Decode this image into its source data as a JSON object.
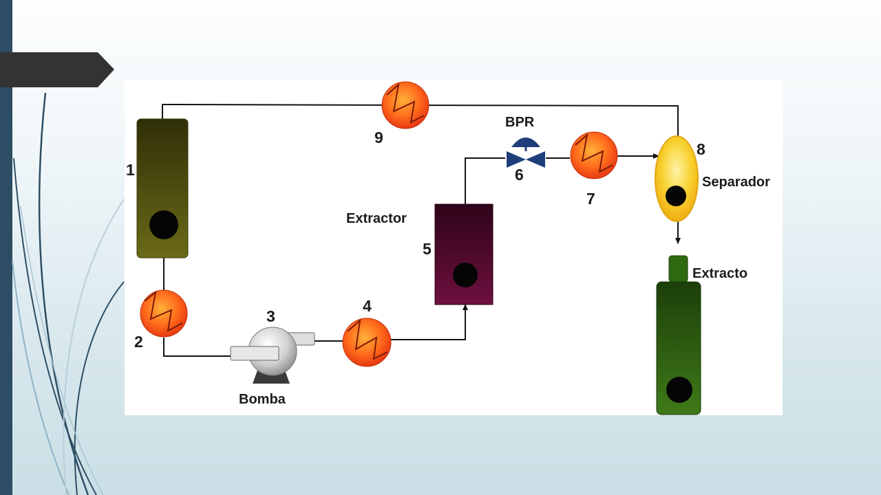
{
  "slide": {
    "title_tab_text": ""
  },
  "diagram": {
    "labels": {
      "n1": "1",
      "n2": "2",
      "n3": "3",
      "n4": "4",
      "n5": "5",
      "n6": "6",
      "n7": "7",
      "n8": "8",
      "n9": "9",
      "bpr": "BPR",
      "extractor": "Extractor",
      "separador": "Separador",
      "extracto": "Extracto",
      "bomba": "Bomba"
    },
    "colors": {
      "co2_tank": "#4f4f10",
      "heat_exchanger": "#f7521a",
      "extractor_vessel": "#520b30",
      "separator": "#f5c41c",
      "extract_bottle": "#2a5a0f",
      "bpr_valve": "#1e3f7a",
      "pump": "#b5b5b5",
      "sidebar": "#2c4d64"
    }
  }
}
